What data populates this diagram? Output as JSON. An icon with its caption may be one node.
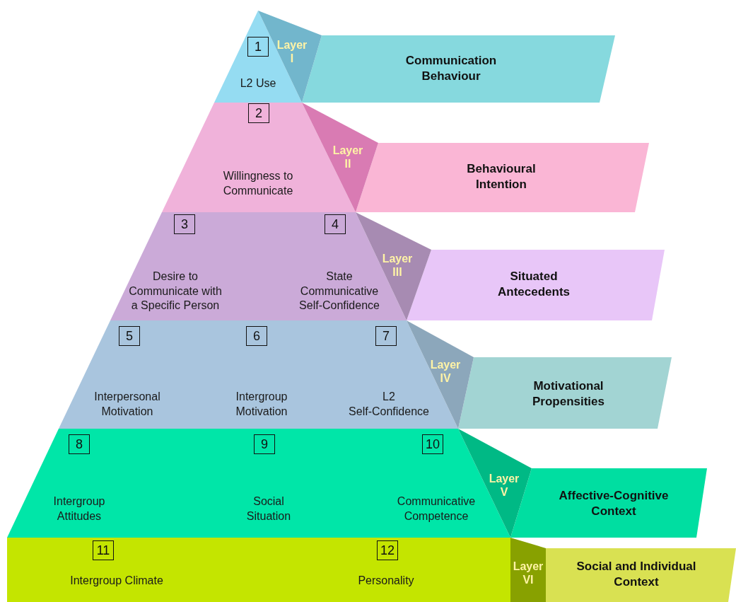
{
  "diagram": {
    "nodes": [
      {
        "text": [],
        "shape": "triangle"
      },
      {
        "text": [
          "L2 Use"
        ],
        "in": 0
      },
      {
        "text": [
          "Layer I"
        ]
      },
      {
        "text": [
          "Communication Behaviour"
        ]
      },
      {
        "text": [],
        "shape": "trapezoid"
      },
      {
        "text": [
          "Willingness to Communicate"
        ],
        "in": 4
      },
      {
        "text": [
          "Layer II"
        ]
      },
      {
        "text": [
          "Behavioural Intention"
        ]
      },
      {
        "text": [],
        "shape": "trapezoid"
      },
      {
        "text": [
          "Desire to Communicate with a Specific Person"
        ],
        "in": 8
      },
      {
        "text": [
          "State Communicative Self-Confidence"
        ],
        "in": 8
      },
      {
        "text": [
          "Layer III"
        ]
      },
      {
        "text": [
          "Situated Antecedents"
        ]
      },
      {
        "text": [],
        "shape": "trapezoid"
      },
      {
        "text": [
          "Interpersonal Motivation"
        ],
        "in": 13
      },
      {
        "text": [
          "Intergroup Motivation"
        ],
        "in": 13
      },
      {
        "text": [
          "L2 Self-Confidence"
        ],
        "in": 13
      },
      {
        "text": [
          "Layer IV"
        ]
      },
      {
        "text": [
          "Motivational Propensities"
        ]
      },
      {
        "text": [],
        "shape": "trapezoid"
      },
      {
        "text": [
          "Intergroup Attitudes"
        ],
        "in": 19
      },
      {
        "text": [
          "Social Situation"
        ],
        "in": 19
      },
      {
        "text": [
          "Communicative Competence"
        ],
        "in": 19
      },
      {
        "text": [
          "Layer V"
        ]
      },
      {
        "text": [
          "Affective-Cognitive Context"
        ]
      },
      {
        "text": [],
        "shape": "box"
      },
      {
        "text": [
          "Intergroup Climate"
        ],
        "in": 25
      },
      {
        "text": [
          "Personality"
        ],
        "in": 25
      },
      {
        "text": [
          "Layer VI"
        ]
      },
      {
        "text": [
          "Social and Individual Context"
        ]
      }
    ],
    "labels": [
      "1",
      "2",
      "3",
      "4",
      "5",
      "6",
      "7",
      "8",
      "9",
      "10",
      "11",
      "12"
    ]
  }
}
